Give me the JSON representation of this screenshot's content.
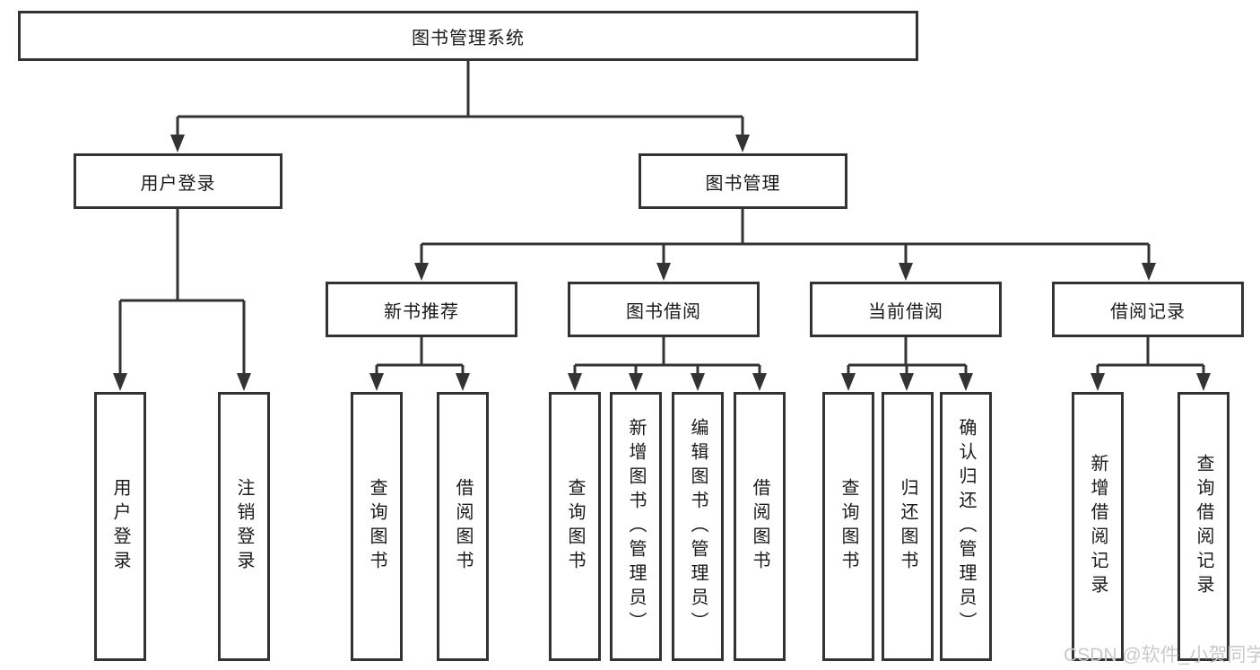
{
  "diagram": {
    "root_label": "图书管理系统",
    "branches": [
      {
        "label": "用户登录",
        "leaves": [
          "用户登录",
          "注销登录"
        ]
      },
      {
        "label": "图书管理",
        "children": [
          {
            "label": "新书推荐",
            "leaves": [
              "查询图书",
              "借阅图书"
            ]
          },
          {
            "label": "图书借阅",
            "leaves": [
              "查询图书",
              "新增图书（管理员）",
              "编辑图书（管理员）",
              "借阅图书"
            ]
          },
          {
            "label": "当前借阅",
            "leaves": [
              "查询图书",
              "归还图书",
              "确认归还（管理员）"
            ]
          },
          {
            "label": "借阅记录",
            "leaves": [
              "新增借阅记录",
              "查询借阅记录"
            ]
          }
        ]
      }
    ]
  },
  "watermark": "CSDN @软件_小贺同学",
  "colors": {
    "line": "#333333",
    "text": "#1a1a1a",
    "watermark": "#c9c9c9",
    "background": "#ffffff"
  }
}
